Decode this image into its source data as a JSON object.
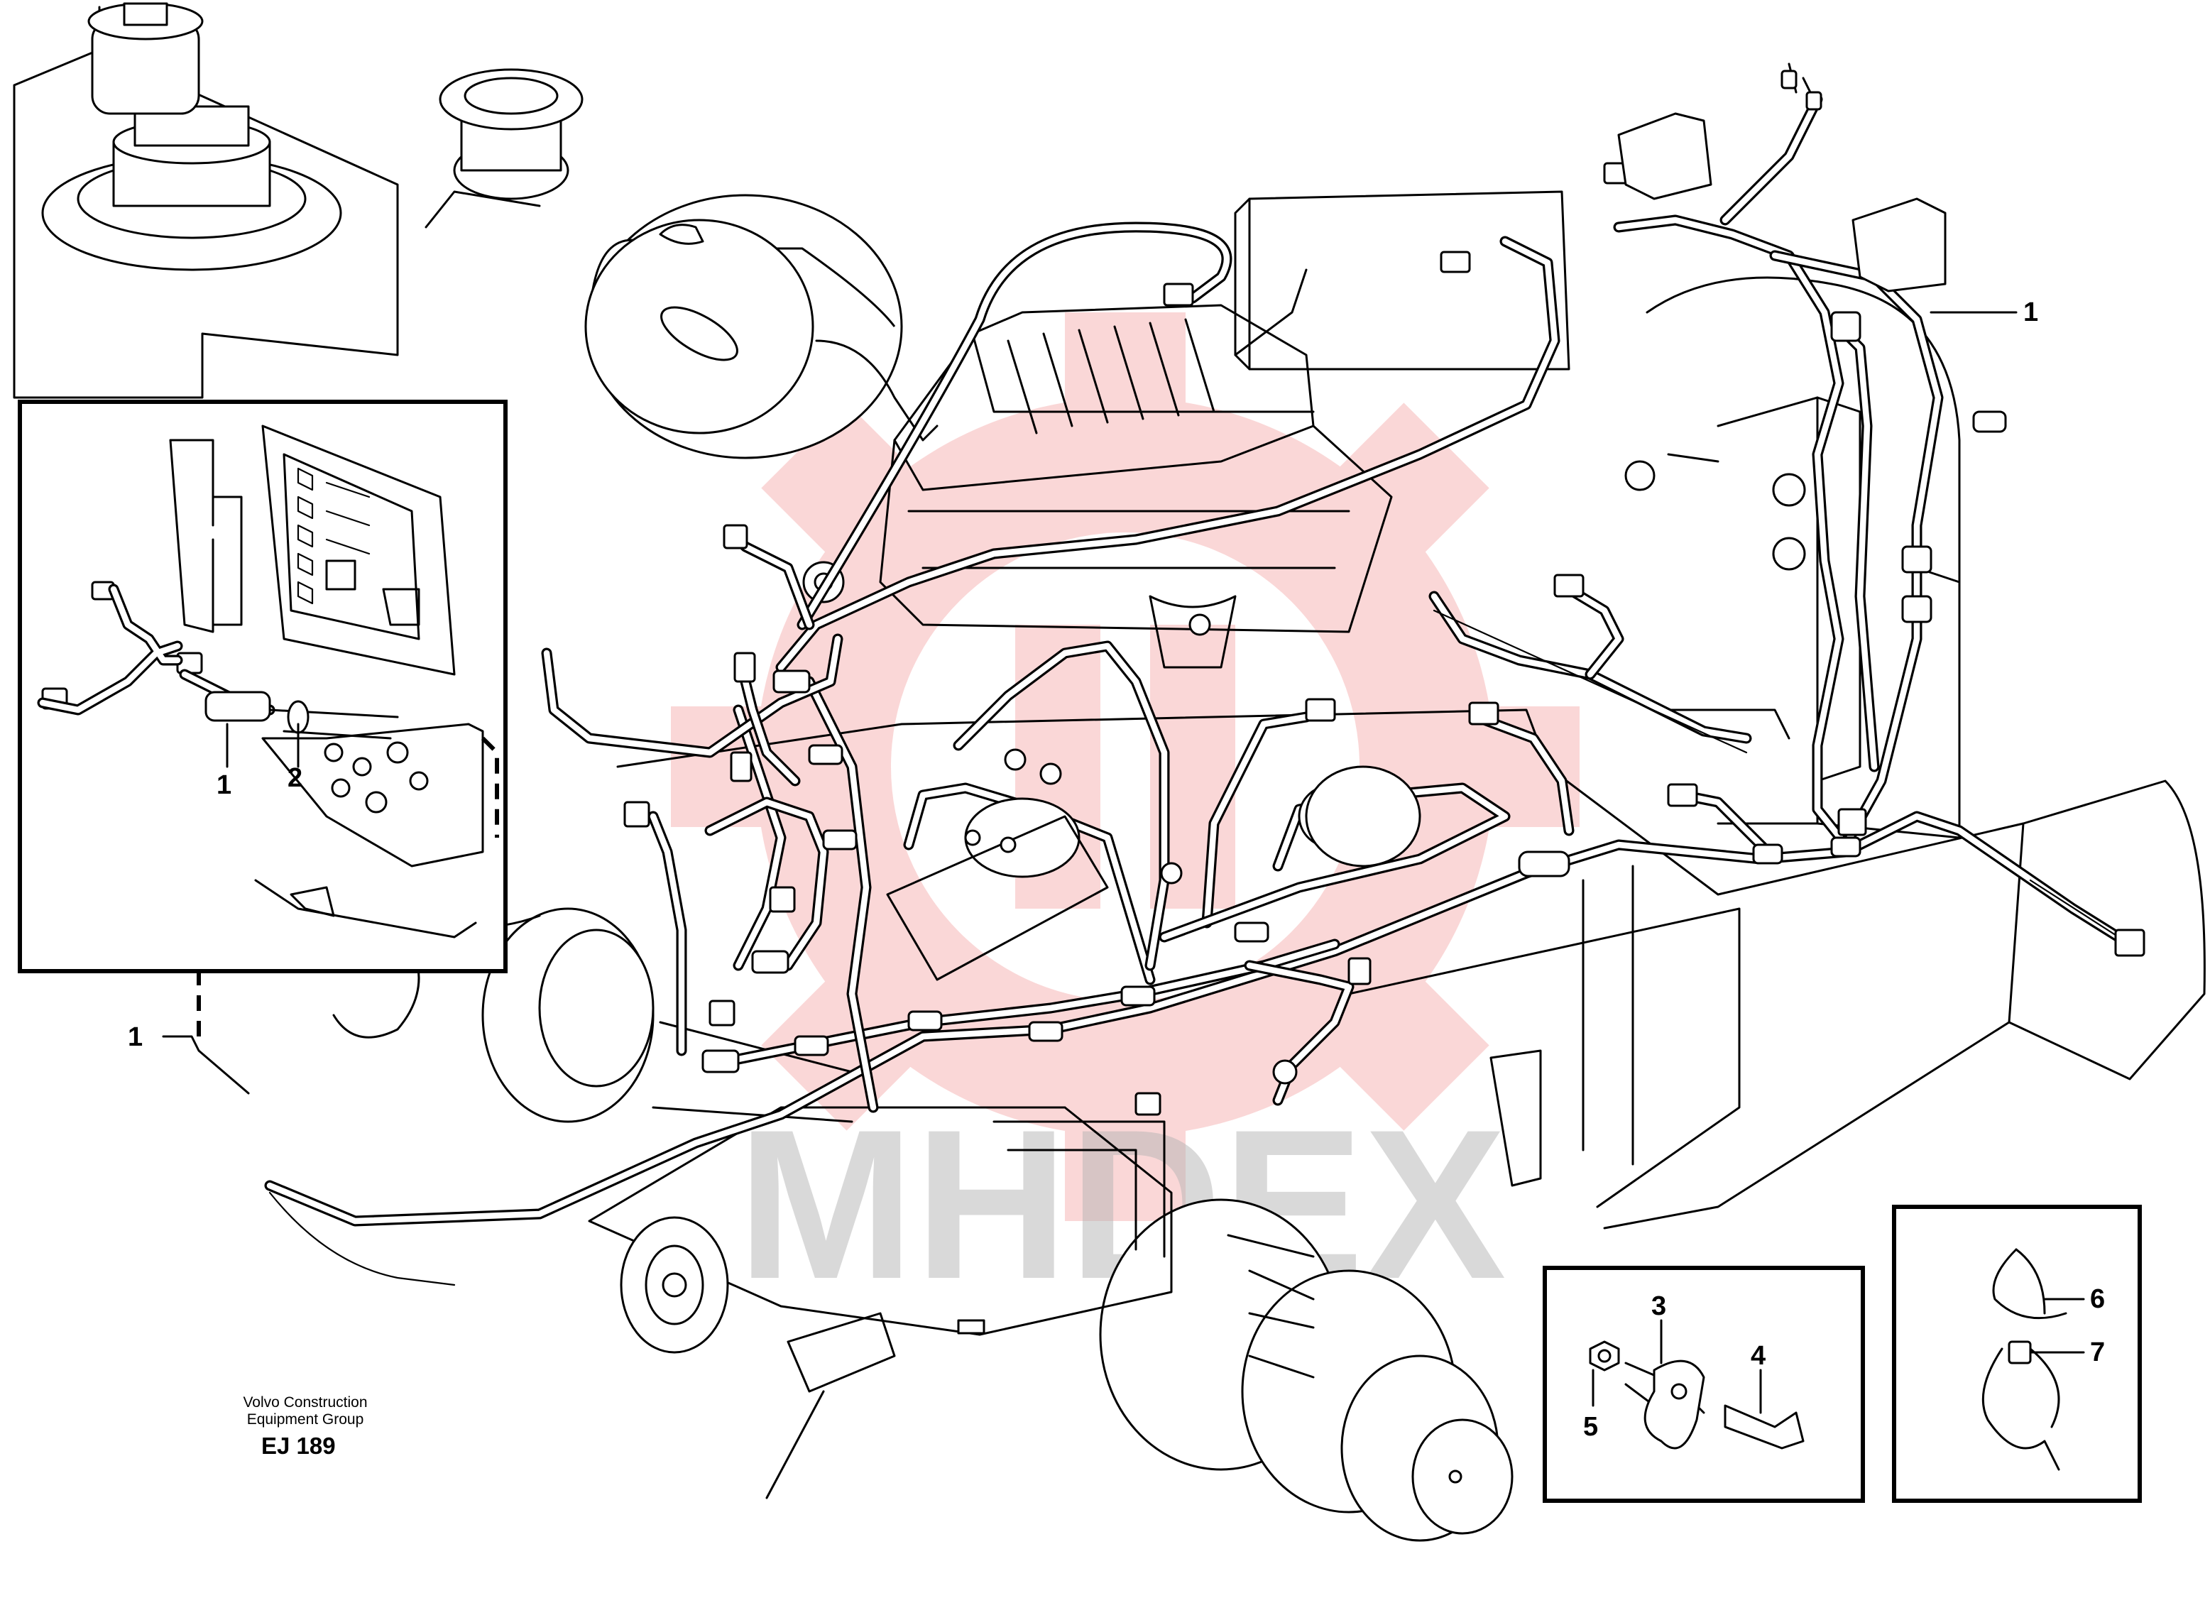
{
  "diagram": {
    "callouts": {
      "main_1": "1",
      "left_1": "1",
      "inset_1": "1",
      "inset_2": "2",
      "clamp_3": "3",
      "bolt_4": "4",
      "nut_5": "5",
      "tie_6": "6",
      "tie_7": "7"
    },
    "footer": {
      "company_line1": "Volvo Construction",
      "company_line2": "Equipment Group",
      "code": "EJ 189"
    },
    "watermark": {
      "text": "MHDEX",
      "gear_color": "#e94a4a"
    }
  }
}
